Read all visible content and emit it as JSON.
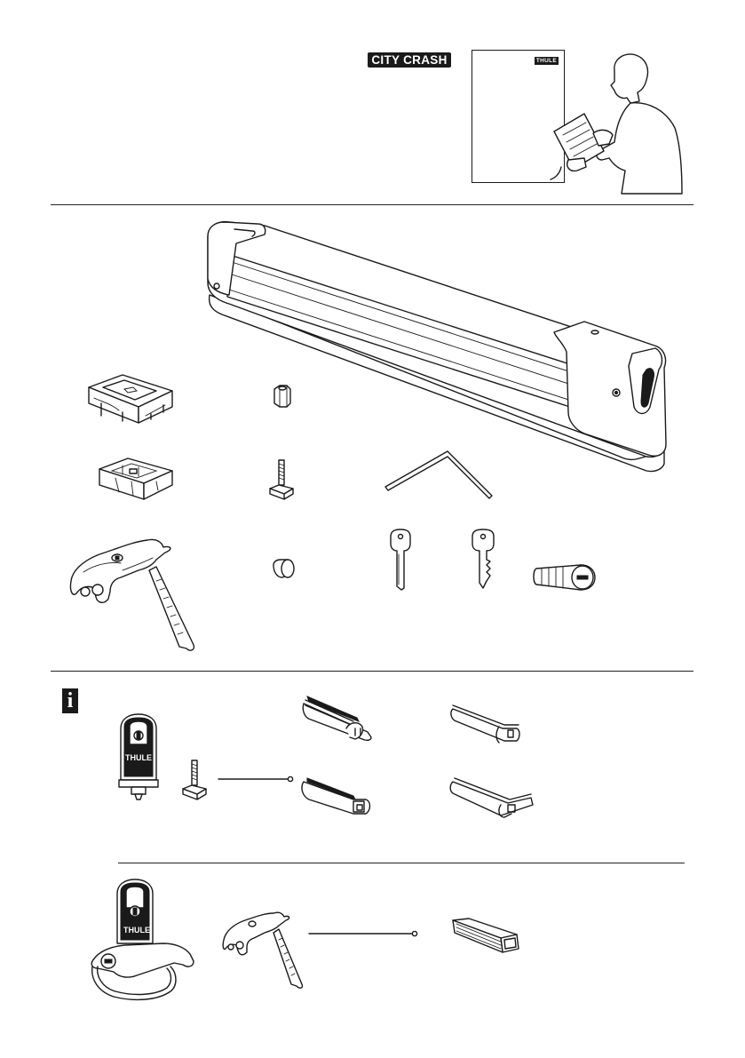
{
  "header": {
    "crash_badge": "CITY CRASH",
    "manual_brand": "THULE"
  },
  "info": {
    "icon_glyph": "i"
  },
  "adapters": {
    "adapter_brand": "THULE"
  },
  "icons": {
    "info": "info-icon",
    "reader": "person-reading-manual-icon",
    "carrier": "ski-carrier-icon",
    "keys": "key-icon",
    "lock": "lock-cylinder-icon",
    "allen_key": "allen-key-icon"
  },
  "colors": {
    "ink": "#1a1a1a",
    "paper": "#ffffff"
  }
}
